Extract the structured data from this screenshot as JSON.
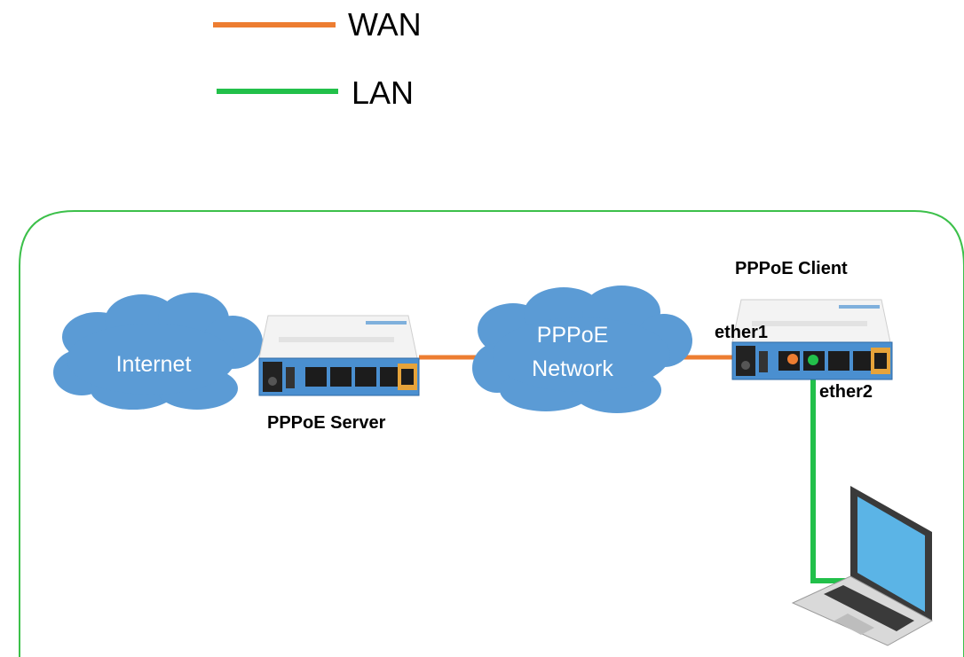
{
  "legend": {
    "wan": {
      "label": "WAN",
      "color": "#ED7D31"
    },
    "lan": {
      "label": "LAN",
      "color": "#22C04A"
    }
  },
  "colors": {
    "frame": "#3CC04A",
    "cloud": "#5B9BD5",
    "router_body": "#ECECEC",
    "router_face": "#4A8FD0",
    "laptop_screen": "#5BB4E6"
  },
  "nodes": {
    "internet": {
      "label": "Internet",
      "icon": "cloud-icon"
    },
    "pppoe_network": {
      "line1": "PPPoE",
      "line2": "Network",
      "icon": "cloud-icon"
    },
    "pppoe_server": {
      "label": "PPPoE Server",
      "icon": "router-icon"
    },
    "pppoe_client": {
      "label": "PPPoE Client",
      "icon": "router-icon"
    },
    "laptop": {
      "icon": "laptop-icon"
    }
  },
  "ports": {
    "ether1": "ether1",
    "ether2": "ether2"
  }
}
